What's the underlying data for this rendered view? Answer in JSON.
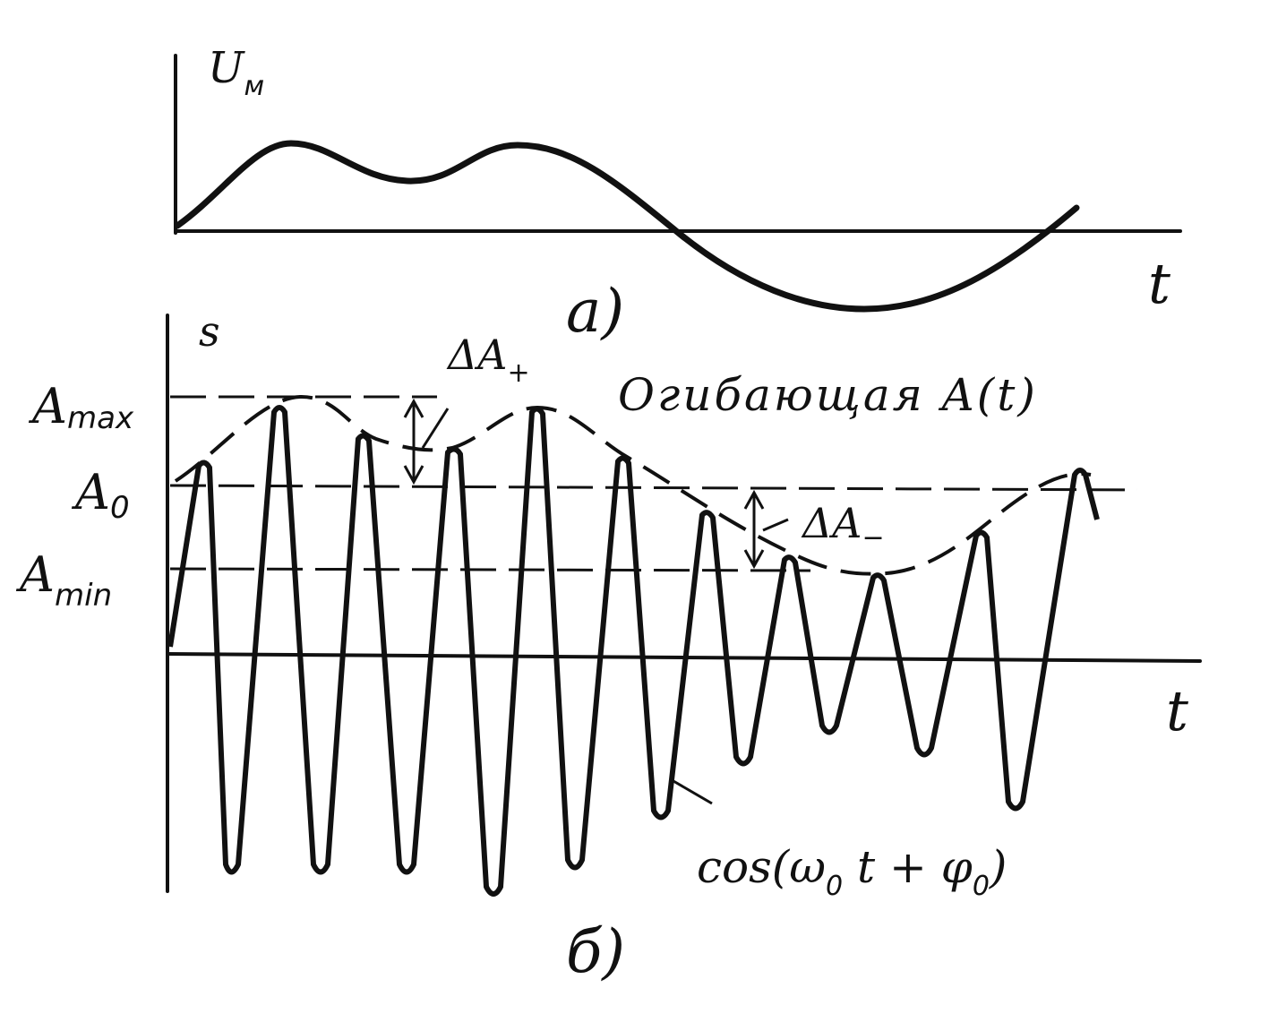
{
  "panel_a": {
    "y_label": "U",
    "y_label_sub": "м",
    "x_label": "t",
    "caption": "а)"
  },
  "panel_b": {
    "y_label": "s",
    "x_label": "t",
    "caption": "б)",
    "levels": [
      {
        "base": "A",
        "sub": "max"
      },
      {
        "base": "A",
        "sub": "0"
      },
      {
        "base": "A",
        "sub": "min"
      }
    ],
    "delta_plus": {
      "base": "ΔA",
      "sub": "+"
    },
    "delta_minus": {
      "base": "ΔA",
      "sub": "−"
    },
    "envelope_label": "Огибающая A(t)",
    "carrier_label": {
      "prefix": "cos(ω",
      "sub1": "0",
      "mid": " t + φ",
      "sub2": "0",
      "suffix": ")"
    }
  }
}
